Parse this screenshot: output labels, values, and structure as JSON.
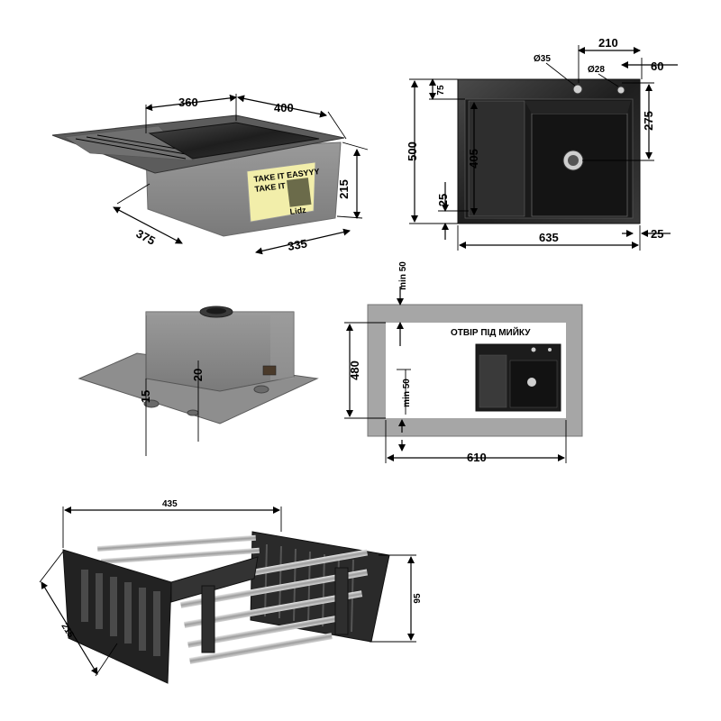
{
  "colors": {
    "sink_metal": "#2b2b2b",
    "sink_gray": "#8e8e8e",
    "cutout_fill": "#a6a6a6",
    "label_yellow": "#f2eeaa",
    "basket_dark": "#222222",
    "rod_steel": "#b9b9b9"
  },
  "iso_view": {
    "dim_width_bowl": "360",
    "dim_width_total": "400",
    "dim_height": "215",
    "dim_depth": "375",
    "dim_bottom": "335",
    "label": {
      "line1": "TAKE IT EASYYY",
      "line2": "TAKE IT LIDZ!",
      "brand": "Lidz"
    }
  },
  "top_view": {
    "dim_hole_large": "Ø35",
    "dim_hole_small": "Ø28",
    "dim_holes_spacing": "210",
    "dim_right_offset": "60",
    "dim_top_75": "75",
    "dim_height_total": "500",
    "dim_tray": "405",
    "dim_bowl_depth": "275",
    "dim_corner_25_left": "25",
    "dim_width_total": "635",
    "dim_corner_25_right": "25"
  },
  "side_view": {
    "dim_flange_15": "15",
    "dim_height_20": "20"
  },
  "cutout_view": {
    "dim_min_top": "min 50",
    "title": "ОТВІР ПІД МИЙКУ",
    "dim_height": "480",
    "dim_min_left": "min 50",
    "dim_width": "610"
  },
  "basket_view": {
    "dim_length": "435",
    "dim_width": "215",
    "dim_height": "95"
  }
}
